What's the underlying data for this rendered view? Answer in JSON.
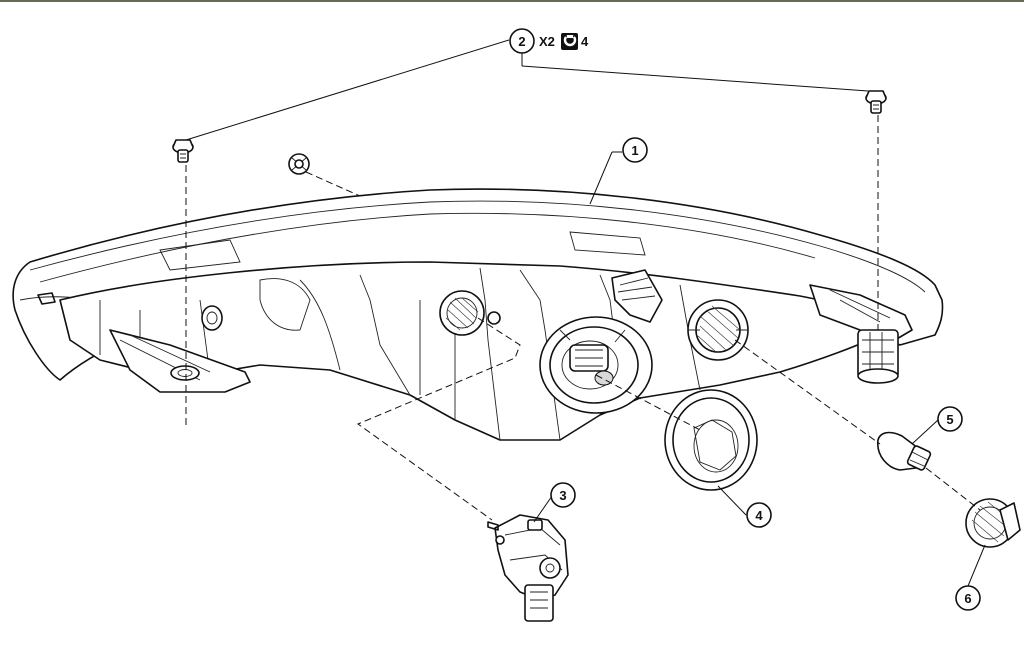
{
  "diagram": {
    "callouts": [
      {
        "id": "callout-1",
        "label": "1"
      },
      {
        "id": "callout-2",
        "label": "2"
      },
      {
        "id": "callout-3",
        "label": "3"
      },
      {
        "id": "callout-4",
        "label": "4"
      },
      {
        "id": "callout-5",
        "label": "5"
      },
      {
        "id": "callout-6",
        "label": "6"
      }
    ],
    "fastener_note": {
      "quantity": "X2",
      "torque_value": "4",
      "torque_icon": "torque-wrench-icon"
    }
  },
  "colors": {
    "line": "#111111",
    "background": "#ffffff",
    "frame": "#6b6b55"
  }
}
